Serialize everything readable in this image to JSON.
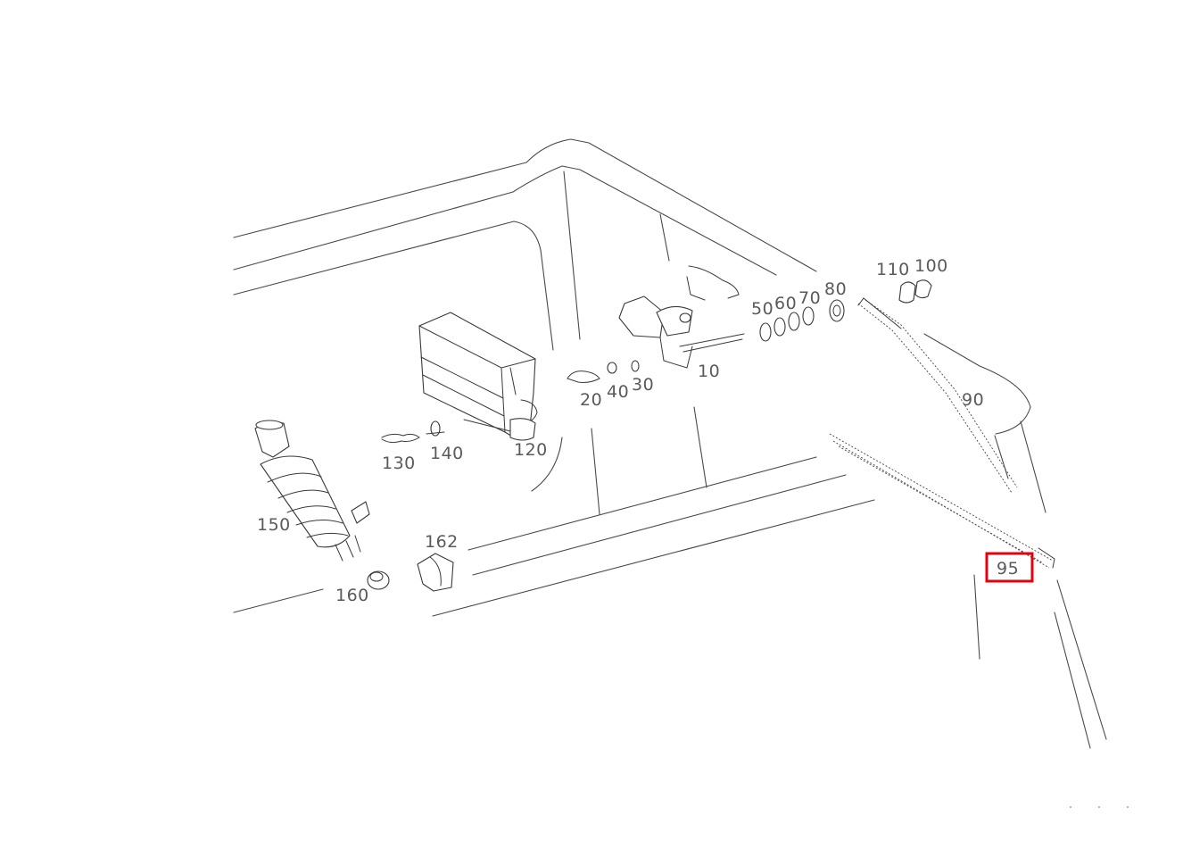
{
  "callouts": {
    "c10": "10",
    "c20": "20",
    "c30": "30",
    "c40": "40",
    "c50": "50",
    "c60": "60",
    "c70": "70",
    "c80": "80",
    "c90": "90",
    "c95": "95",
    "c100": "100",
    "c110": "110",
    "c120": "120",
    "c130": "130",
    "c140": "140",
    "c150": "150",
    "c160": "160",
    "c162": "162"
  },
  "highlight": {
    "callout": "95",
    "color": "#e3000f"
  }
}
